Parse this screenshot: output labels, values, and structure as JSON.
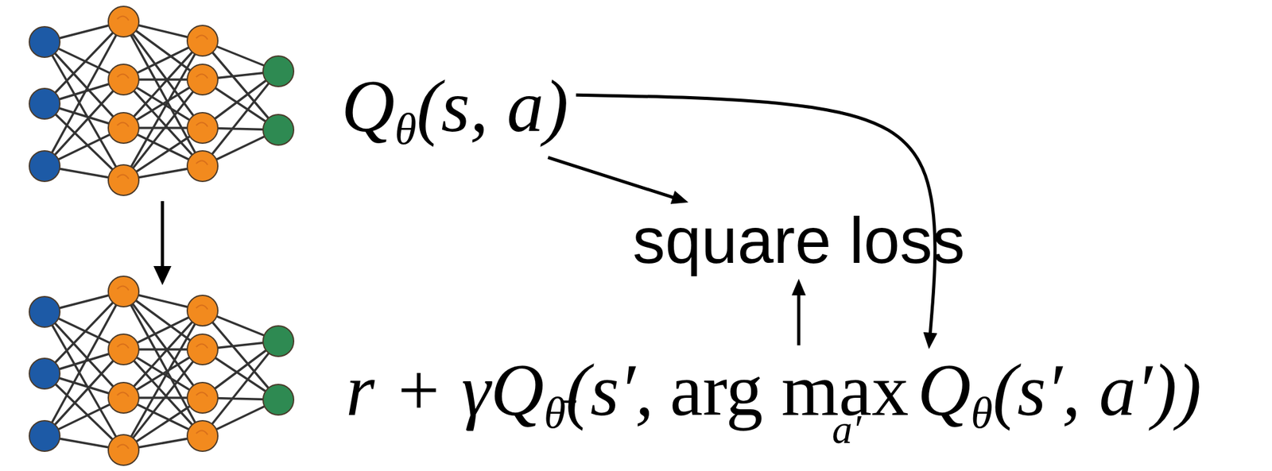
{
  "diagram": {
    "nodes": [
      {
        "text": [
          "Q",
          "θ",
          "(s, a)"
        ]
      },
      {
        "text": [
          "square loss"
        ]
      },
      {
        "text": [
          "r + γQ",
          "θ̄",
          "(s′,",
          "arg max",
          "a′"
        ]
      },
      {
        "text": [
          "Q",
          "θ",
          "(s′, a′))"
        ],
        "in": 2
      }
    ],
    "edges": [
      {
        "from": 0,
        "to": 1,
        "arrow": "to"
      },
      {
        "from": 2,
        "to": 1,
        "arrow": "to"
      },
      {
        "from": 0,
        "to": 3,
        "arrow": "to"
      }
    ]
  }
}
